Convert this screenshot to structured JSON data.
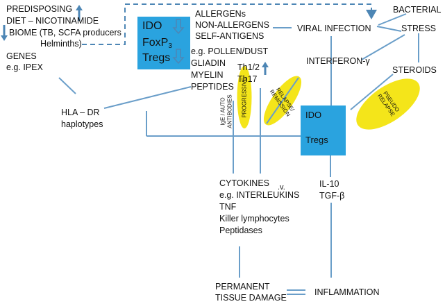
{
  "left_factors": {
    "predisposing": "PREDISPOSING",
    "diet": "DIET – NICOTINAMIDE",
    "biome_line1": "BIOME (TB, SCFA producers",
    "biome_line2": "Helminths)",
    "genes": "GENES",
    "ipex": "e.g. IPEX"
  },
  "hla": {
    "line1": "HLA – DR",
    "line2": "haplotypes"
  },
  "ido_box": {
    "ido": "IDO",
    "foxp": "FoxP",
    "foxp_sub": "3",
    "tregs": "Tregs"
  },
  "antigens": [
    "ALLERGENs",
    "NON-ALLERGENS",
    "SELF-ANTIGENS"
  ],
  "antigen_examples": [
    "e.g. POLLEN/DUST",
    "GLIADIN",
    "MYELIN",
    "PEPTIDES"
  ],
  "triggers": {
    "viral": "VIRAL INFECTION",
    "bacterial": "BACTERIAL",
    "stress": "STRESS",
    "interferon": "INTERFERON-γ",
    "steroids": "STEROIDS"
  },
  "th": {
    "th12": "Th1/2",
    "th17": "Th17"
  },
  "ovals": {
    "progressive": "PROGRESSIVE",
    "relapse": "RELAPSE/ REMISSION",
    "pseudo": "PSEUDO RELAPSE"
  },
  "antibodies": {
    "line1": "IgE / AUTO",
    "line2": "ANTIBODIES"
  },
  "center_box": {
    "ido": "IDO",
    "tregs": "Tregs"
  },
  "cytokines": [
    "CYTOKINES",
    "e.g. INTERLEUKINS",
    "TNF",
    "Killer lymphocytes",
    "Peptidases"
  ],
  "versus": ".v.",
  "anti_inflammatory": [
    "IL-10",
    "TGF-β"
  ],
  "outcomes": {
    "damage_line1": "PERMANENT",
    "damage_line2": "TISSUE DAMAGE",
    "inflammation": "INFLAMMATION"
  },
  "colors": {
    "box": "#2aa3df",
    "line": "#6a9ec9",
    "oval": "#f4e51a",
    "arrow": "#4d86b5"
  }
}
